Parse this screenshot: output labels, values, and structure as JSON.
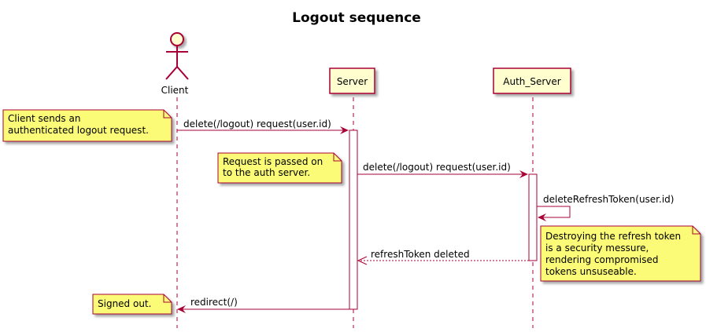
{
  "title": "Logout sequence",
  "participants": {
    "client": "Client",
    "server": "Server",
    "auth": "Auth_Server"
  },
  "messages": [
    "delete(/logout) request(user.id)",
    "delete(/logout) request(user.id)",
    "deleteRefreshToken(user.id)",
    "refreshToken deleted",
    "redirect(/)"
  ],
  "notes": {
    "client_request": [
      "Client sends an",
      "authenticated logout request."
    ],
    "server_pass": [
      "Request is passed on",
      "to the auth server."
    ],
    "destroy_token": [
      "Destroying the refresh token",
      "is a security messure,",
      "rendering compromised",
      "tokens unsuseable."
    ],
    "signed_out": [
      "Signed out."
    ]
  },
  "colors": {
    "line": "#A80036",
    "participant_fill": "#FEFECE",
    "note_fill": "#FBFB77",
    "note_border": "#A80036"
  }
}
